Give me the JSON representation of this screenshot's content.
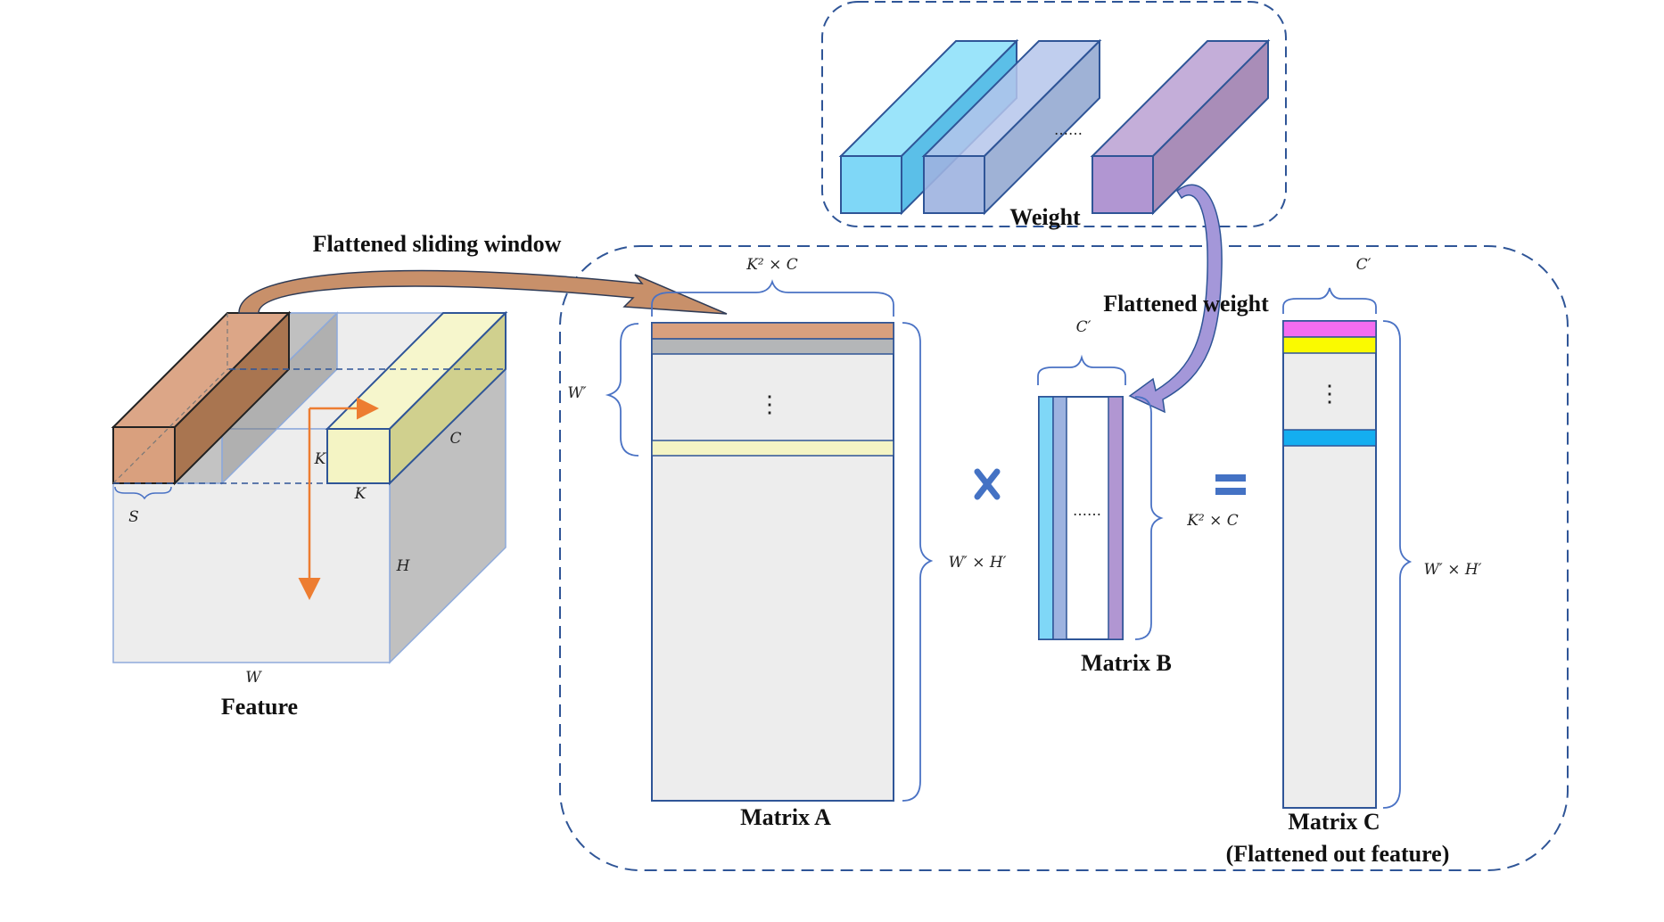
{
  "labels": {
    "weight": "Weight",
    "flattened_sliding_window": "Flattened sliding window",
    "flattened_weight": "Flattened weight",
    "feature": "Feature",
    "matrix_a": "Matrix A",
    "matrix_b": "Matrix B",
    "matrix_c": "Matrix C",
    "matrix_c_sub": "(Flattened out feature)"
  },
  "math": {
    "k2c_top": "K² × C",
    "w_prime": "W′",
    "wh_a": "W′ × H′",
    "c_prime_b": "C′",
    "k2c_b": "K² × C",
    "c_prime_c": "C′",
    "wh_c": "W′ × H′",
    "feature_s": "S",
    "feature_k1": "K",
    "feature_k2": "K",
    "feature_c": "C",
    "feature_h": "H",
    "feature_w": "W"
  },
  "symbols": {
    "dots_weight": "……",
    "dots_a": "⋮",
    "dots_b": "……",
    "dots_c": "⋮"
  },
  "colors": {
    "orange": "#d9a07e",
    "gray": "#b4b6b8",
    "yellow": "#f4f4c4",
    "cyan": "#7fd7f7",
    "blue": "#9db3e0",
    "purple": "#b196d2",
    "magenta": "#f46cf0",
    "bright_yellow": "#fafa00",
    "sky": "#14aef0",
    "dashed": "#2f5597",
    "arrow_orange": "#ed7d31"
  }
}
